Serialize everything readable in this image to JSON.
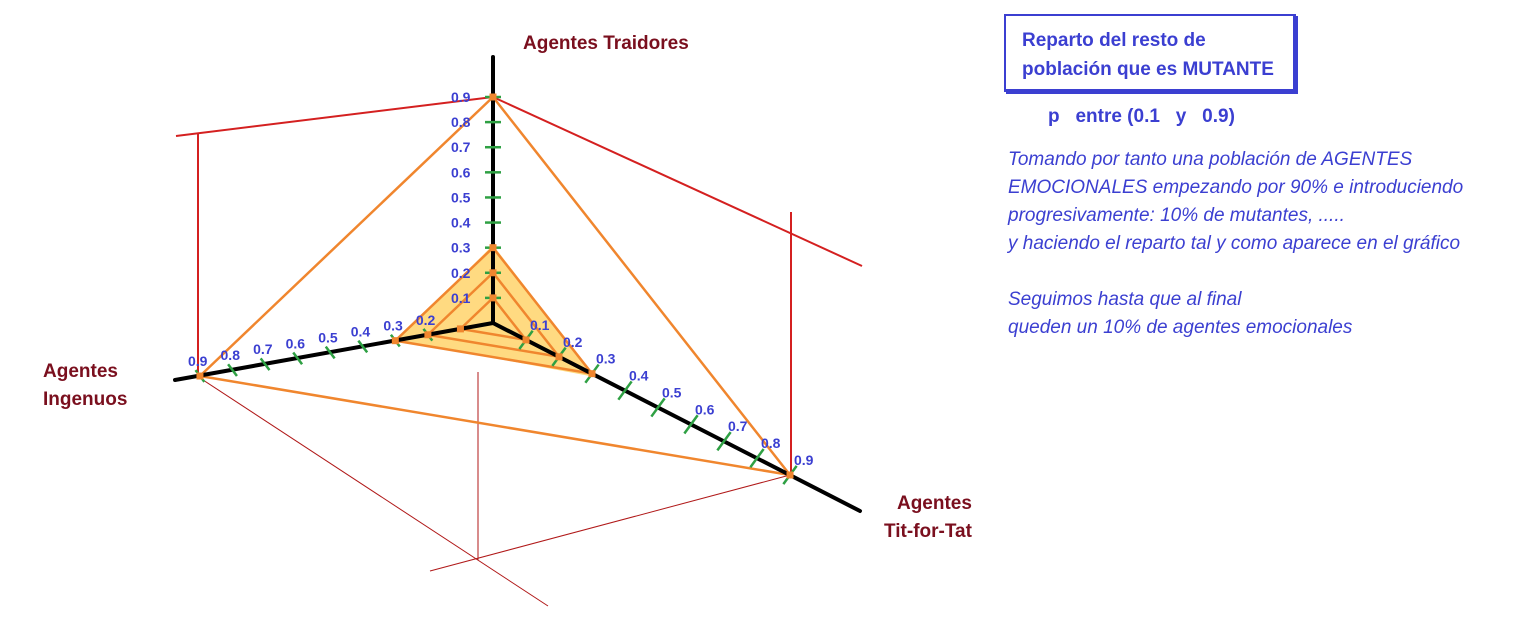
{
  "axes": {
    "traidores": "Agentes Traidores",
    "ingenuos_1": "Agentes",
    "ingenuos_2": "Ingenuos",
    "titfortat_1": "Agentes",
    "titfortat_2": "Tit-for-Tat"
  },
  "ticks": {
    "traidores": [
      "0.1",
      "0.2",
      "0.3",
      "0.4",
      "0.5",
      "0.6",
      "0.7",
      "0.8",
      "0.9"
    ],
    "ingenuos": [
      "0.2",
      "0.3",
      "0.4",
      "0.5",
      "0.6",
      "0.7",
      "0.8",
      "0.9"
    ],
    "titfortat": [
      "0.1",
      "0.2",
      "0.3",
      "0.4",
      "0.5",
      "0.6",
      "0.7",
      "0.8",
      "0.9"
    ]
  },
  "triangle_levels": [
    0.1,
    0.2,
    0.3,
    0.9
  ],
  "colors": {
    "axis": "#000000",
    "triangle": "#f0862e",
    "fill": "#ffd36b",
    "tick_marks": "#2ea043",
    "projection": "#d42020",
    "text_blue": "#3b3fd1",
    "title_red": "#7a0f1e"
  },
  "box": {
    "line1": "Reparto del resto de",
    "line2": "población que es MUTANTE"
  },
  "p_line": "p   entre (0.1   y   0.9)",
  "explanation": {
    "lines": [
      "Tomando por tanto una población de AGENTES",
      "EMOCIONALES empezando por 90% e introduciendo",
      "progresivamente: 10% de mutantes, .....",
      "y haciendo el reparto tal y como aparece en el gráfico"
    ],
    "lines2": [
      "Seguimos hasta que al final",
      "queden un 10% de agentes emocionales"
    ]
  }
}
